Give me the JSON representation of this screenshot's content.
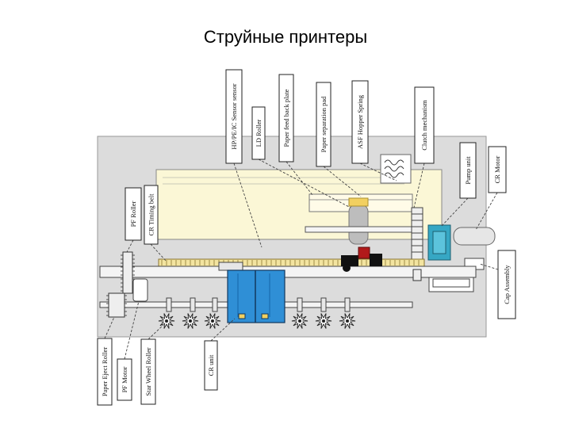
{
  "title": "Струйные принтеры",
  "labels": {
    "hp_pe_ic_sensor": "HP/PE/IC Sensor sensor",
    "ld_roller": "LD Roller",
    "paper_feed_back_plate": "Paper feed back plate",
    "paper_separation_pad": "Paper separation pad",
    "asf_hopper_spring": "ASF Hopper Spring",
    "clutch_mechanism": "Clutch mechanism",
    "pump_unit": "Pump unit",
    "cr_motor": "CR Motor",
    "pf_roller": "PF Roller",
    "cr_timing_belt": "CR Timing belt",
    "cap_assembly": "Cap Assembly",
    "paper_eject_roller": "Paper Eject Roller",
    "pf_motor": "PF Motor",
    "star_wheel_roller": "Star Wheel Roller",
    "cr_unit": "CR unit"
  },
  "colors": {
    "paper": "#fbf7d6",
    "frame": "#dcdcdc",
    "cartridge": "#2f8fd6",
    "cartridge_dark": "#1565a8",
    "belt": "#f3e4a0",
    "pump": "#36a7c4",
    "black_part": "#111111",
    "red_part": "#b11a1a"
  }
}
